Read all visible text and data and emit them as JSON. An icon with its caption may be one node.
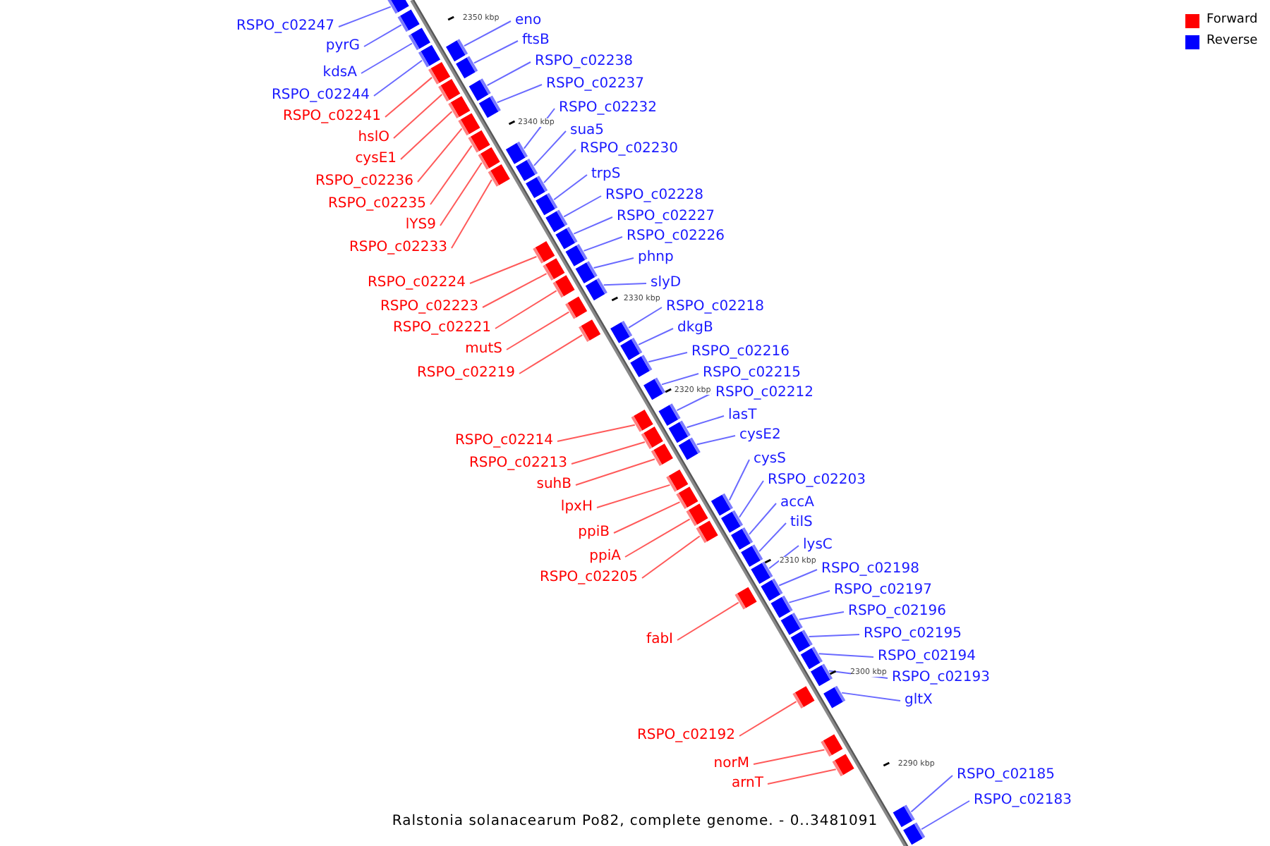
{
  "diagram": {
    "caption": "Ralstonia solanacearum Po82, complete genome. - 0..3481091",
    "nodes": [
      {
        "text": [
          "eno"
        ]
      },
      {
        "text": [
          "RSPO_c02247"
        ]
      },
      {
        "text": [
          "ftsB"
        ]
      },
      {
        "text": [
          "pyrG"
        ]
      },
      {
        "text": [
          "RSPO_c02238"
        ]
      },
      {
        "text": [
          "kdsA"
        ]
      },
      {
        "text": [
          "RSPO_c02237"
        ]
      },
      {
        "text": [
          "RSPO_c02244"
        ]
      },
      {
        "text": [
          "RSPO_c02232"
        ]
      },
      {
        "text": [
          "RSPO_c02241"
        ]
      },
      {
        "text": [
          "sua5"
        ]
      },
      {
        "text": [
          "hslO"
        ]
      },
      {
        "text": [
          "RSPO_c02230"
        ]
      },
      {
        "text": [
          "cysE1"
        ]
      },
      {
        "text": [
          "trpS"
        ]
      },
      {
        "text": [
          "RSPO_c02236"
        ]
      },
      {
        "text": [
          "RSPO_c02228"
        ]
      },
      {
        "text": [
          "RSPO_c02235"
        ]
      },
      {
        "text": [
          "RSPO_c02227"
        ]
      },
      {
        "text": [
          "lYS9"
        ]
      },
      {
        "text": [
          "RSPO_c02226"
        ]
      },
      {
        "text": [
          "RSPO_c02233"
        ]
      },
      {
        "text": [
          "phnp"
        ]
      },
      {
        "text": [
          "RSPO_c02224"
        ]
      },
      {
        "text": [
          "slyD"
        ]
      },
      {
        "text": [
          "RSPO_c02223"
        ]
      },
      {
        "text": [
          "RSPO_c02218"
        ]
      },
      {
        "text": [
          "RSPO_c02221"
        ]
      },
      {
        "text": [
          "dkgB"
        ]
      },
      {
        "text": [
          "mutS"
        ]
      },
      {
        "text": [
          "RSPO_c02216"
        ]
      },
      {
        "text": [
          "RSPO_c02219"
        ]
      },
      {
        "text": [
          "RSPO_c02215"
        ]
      },
      {
        "text": [
          "RSPO_c02212"
        ]
      },
      {
        "text": [
          "lasT"
        ]
      },
      {
        "text": [
          "cysE2"
        ]
      },
      {
        "text": [
          "RSPO_c02214"
        ]
      },
      {
        "text": [
          "cysS"
        ]
      },
      {
        "text": [
          "RSPO_c02213"
        ]
      },
      {
        "text": [
          "RSPO_c02203"
        ]
      },
      {
        "text": [
          "suhB"
        ]
      },
      {
        "text": [
          "accA"
        ]
      },
      {
        "text": [
          "lpxH"
        ]
      },
      {
        "text": [
          "tilS"
        ]
      },
      {
        "text": [
          "ppiB"
        ]
      },
      {
        "text": [
          "lysC"
        ]
      },
      {
        "text": [
          "ppiA"
        ]
      },
      {
        "text": [
          "RSPO_c02198"
        ]
      },
      {
        "text": [
          "RSPO_c02205"
        ]
      },
      {
        "text": [
          "RSPO_c02197"
        ]
      },
      {
        "text": [
          "RSPO_c02196"
        ]
      },
      {
        "text": [
          "RSPO_c02195"
        ]
      },
      {
        "text": [
          "fabI"
        ]
      },
      {
        "text": [
          "RSPO_c02194"
        ]
      },
      {
        "text": [
          "RSPO_c02193"
        ]
      },
      {
        "text": [
          "gltX"
        ]
      },
      {
        "text": [
          "RSPO_c02192"
        ]
      },
      {
        "text": [
          "norM"
        ]
      },
      {
        "text": [
          "RSPO_c02185"
        ]
      },
      {
        "text": [
          "arnT"
        ]
      },
      {
        "text": [
          "RSPO_c02183"
        ]
      },
      {
        "text": [],
        "shape": "box"
      },
      {
        "text": [],
        "shape": "box"
      },
      {
        "text": [],
        "shape": "box"
      },
      {
        "text": [],
        "shape": "box"
      },
      {
        "text": [],
        "shape": "box"
      },
      {
        "text": [],
        "shape": "box"
      },
      {
        "text": [],
        "shape": "box"
      },
      {
        "text": [],
        "shape": "box"
      },
      {
        "text": [],
        "shape": "box"
      },
      {
        "text": [],
        "shape": "box"
      },
      {
        "text": [],
        "shape": "box"
      },
      {
        "text": [],
        "shape": "box"
      },
      {
        "text": [],
        "shape": "box"
      },
      {
        "text": [],
        "shape": "box"
      },
      {
        "text": [],
        "shape": "box"
      },
      {
        "text": [],
        "shape": "box"
      },
      {
        "text": [],
        "shape": "box"
      },
      {
        "text": [],
        "shape": "box"
      },
      {
        "text": [],
        "shape": "box"
      },
      {
        "text": [],
        "shape": "box"
      },
      {
        "text": [],
        "shape": "box"
      },
      {
        "text": [],
        "shape": "box"
      },
      {
        "text": [],
        "shape": "box"
      },
      {
        "text": [],
        "shape": "box"
      },
      {
        "text": [],
        "shape": "box"
      },
      {
        "text": [],
        "shape": "box"
      },
      {
        "text": [],
        "shape": "box"
      },
      {
        "text": [],
        "shape": "box"
      },
      {
        "text": [],
        "shape": "box"
      },
      {
        "text": [],
        "shape": "box"
      },
      {
        "text": [],
        "shape": "box"
      },
      {
        "text": [],
        "shape": "box"
      },
      {
        "text": [],
        "shape": "box"
      },
      {
        "text": [],
        "shape": "box"
      },
      {
        "text": [],
        "shape": "box"
      },
      {
        "text": [],
        "shape": "box"
      },
      {
        "text": [],
        "shape": "box"
      },
      {
        "text": [],
        "shape": "box"
      },
      {
        "text": [],
        "shape": "box"
      },
      {
        "text": [],
        "shape": "box"
      },
      {
        "text": [],
        "shape": "box"
      },
      {
        "text": [],
        "shape": "box"
      },
      {
        "text": [],
        "shape": "box"
      },
      {
        "text": [],
        "shape": "box"
      },
      {
        "text": [],
        "shape": "box"
      },
      {
        "text": [],
        "shape": "box"
      },
      {
        "text": [],
        "shape": "box"
      },
      {
        "text": [],
        "shape": "box"
      },
      {
        "text": [],
        "shape": "box"
      },
      {
        "text": [],
        "shape": "box"
      },
      {
        "text": [],
        "shape": "box"
      },
      {
        "text": [],
        "shape": "box"
      },
      {
        "text": [],
        "shape": "box"
      },
      {
        "text": [],
        "shape": "box"
      },
      {
        "text": [],
        "shape": "box"
      },
      {
        "text": [],
        "shape": "box"
      },
      {
        "text": [],
        "shape": "box"
      },
      {
        "text": [],
        "shape": "box"
      },
      {
        "text": [],
        "shape": "box"
      },
      {
        "text": [],
        "shape": "box"
      },
      {
        "text": [],
        "shape": "box"
      }
    ],
    "edges": [
      {
        "from": 0,
        "to": 61,
        "arrow": "none"
      },
      {
        "from": 1,
        "to": 62,
        "arrow": "none"
      },
      {
        "from": 2,
        "to": 63,
        "arrow": "none"
      },
      {
        "from": 3,
        "to": 64,
        "arrow": "none"
      },
      {
        "from": 4,
        "to": 65,
        "arrow": "none"
      },
      {
        "from": 5,
        "to": 66,
        "arrow": "none"
      },
      {
        "from": 6,
        "to": 67,
        "arrow": "none"
      },
      {
        "from": 7,
        "to": 68,
        "arrow": "none"
      },
      {
        "from": 8,
        "to": 69,
        "arrow": "none"
      },
      {
        "from": 9,
        "to": 70,
        "arrow": "none",
        "color": "#ff5a5a"
      },
      {
        "from": 10,
        "to": 71,
        "arrow": "none"
      },
      {
        "from": 11,
        "to": 72,
        "arrow": "none",
        "color": "#ff5a5a"
      },
      {
        "from": 12,
        "to": 73,
        "arrow": "none"
      },
      {
        "from": 13,
        "to": 74,
        "arrow": "none",
        "color": "#ff5a5a"
      },
      {
        "from": 14,
        "to": 75,
        "arrow": "none"
      },
      {
        "from": 15,
        "to": 76,
        "arrow": "none",
        "color": "#ff5a5a"
      },
      {
        "from": 16,
        "to": 77,
        "arrow": "none"
      },
      {
        "from": 17,
        "to": 78,
        "arrow": "none",
        "color": "#ff5a5a"
      },
      {
        "from": 18,
        "to": 79,
        "arrow": "none"
      },
      {
        "from": 19,
        "to": 80,
        "arrow": "none",
        "color": "#ff5a5a"
      },
      {
        "from": 20,
        "to": 81,
        "arrow": "none"
      },
      {
        "from": 21,
        "to": 82,
        "arrow": "none",
        "color": "#ff5a5a"
      },
      {
        "from": 22,
        "to": 83,
        "arrow": "none"
      },
      {
        "from": 23,
        "to": 84,
        "arrow": "none",
        "color": "#ff5a5a"
      },
      {
        "from": 24,
        "to": 85,
        "arrow": "none"
      },
      {
        "from": 25,
        "to": 86,
        "arrow": "none",
        "color": "#ff5a5a"
      },
      {
        "from": 26,
        "to": 87,
        "arrow": "none"
      },
      {
        "from": 27,
        "to": 88,
        "arrow": "none",
        "color": "#ff5a5a"
      },
      {
        "from": 28,
        "to": 89,
        "arrow": "none"
      },
      {
        "from": 29,
        "to": 90,
        "arrow": "none",
        "color": "#ff5a5a"
      },
      {
        "from": 30,
        "to": 91,
        "arrow": "none"
      },
      {
        "from": 31,
        "to": 92,
        "arrow": "none",
        "color": "#ff5a5a"
      },
      {
        "from": 32,
        "to": 93,
        "arrow": "none"
      },
      {
        "from": 33,
        "to": 94,
        "arrow": "none"
      },
      {
        "from": 34,
        "to": 95,
        "arrow": "none"
      },
      {
        "from": 35,
        "to": 96,
        "arrow": "none"
      },
      {
        "from": 36,
        "to": 97,
        "arrow": "none",
        "color": "#ff5a5a"
      },
      {
        "from": 37,
        "to": 98,
        "arrow": "none"
      },
      {
        "from": 38,
        "to": 99,
        "arrow": "none",
        "color": "#ff5a5a"
      },
      {
        "from": 39,
        "to": 100,
        "arrow": "none"
      },
      {
        "from": 40,
        "to": 101,
        "arrow": "none",
        "color": "#ff5a5a"
      },
      {
        "from": 41,
        "to": 102,
        "arrow": "none"
      },
      {
        "from": 42,
        "to": 103,
        "arrow": "none",
        "color": "#ff5a5a"
      },
      {
        "from": 43,
        "to": 104,
        "arrow": "none"
      },
      {
        "from": 44,
        "to": 105,
        "arrow": "none",
        "color": "#ff5a5a"
      },
      {
        "from": 45,
        "to": 106,
        "arrow": "none"
      },
      {
        "from": 46,
        "to": 107,
        "arrow": "none",
        "color": "#ff5a5a"
      },
      {
        "from": 47,
        "to": 108,
        "arrow": "none"
      },
      {
        "from": 48,
        "to": 109,
        "arrow": "none",
        "color": "#ff5a5a"
      },
      {
        "from": 49,
        "to": 110,
        "arrow": "none"
      },
      {
        "from": 50,
        "to": 111,
        "arrow": "none"
      },
      {
        "from": 51,
        "to": 112,
        "arrow": "none"
      },
      {
        "from": 52,
        "to": 113,
        "arrow": "none",
        "color": "#ff5a5a"
      },
      {
        "from": 53,
        "to": 114,
        "arrow": "none"
      },
      {
        "from": 54,
        "to": 115,
        "arrow": "none"
      },
      {
        "from": 55,
        "to": 116,
        "arrow": "none"
      },
      {
        "from": 56,
        "to": 117,
        "arrow": "none",
        "color": "#ff5a5a"
      },
      {
        "from": 57,
        "to": 118,
        "arrow": "none",
        "color": "#ff5a5a"
      },
      {
        "from": 58,
        "to": 119,
        "arrow": "none"
      },
      {
        "from": 59,
        "to": 120,
        "arrow": "none",
        "color": "#ff5a5a"
      },
      {
        "from": 60,
        "to": 121,
        "arrow": "none"
      }
    ],
    "labels": [
      "2350 kbp",
      "2340 kbp",
      "2330 kbp",
      "2320 kbp",
      "2310 kbp",
      "2300 kbp",
      "2290 kbp"
    ],
    "legend": [
      {
        "text": "Forward",
        "color": "#ff0000"
      },
      {
        "text": "Reverse",
        "color": "#0000ff"
      }
    ]
  }
}
